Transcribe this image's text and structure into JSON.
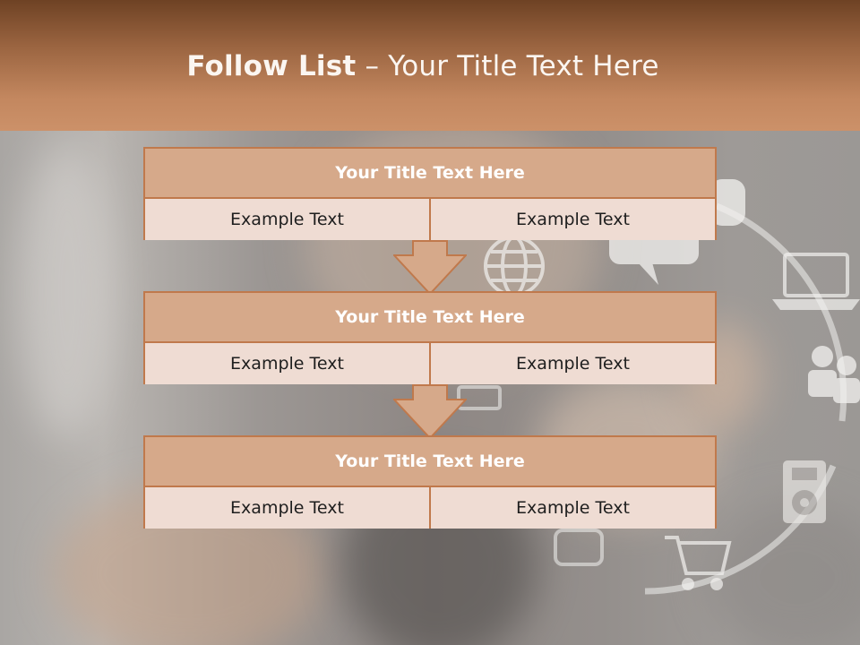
{
  "slide": {
    "title_bold": "Follow List",
    "title_rest": " – Your Title Text Here"
  },
  "blocks": [
    {
      "title": "Your Title Text Here",
      "left": "Example Text",
      "right": "Example Text"
    },
    {
      "title": "Your Title Text Here",
      "left": "Example Text",
      "right": "Example Text"
    },
    {
      "title": "Your Title Text Here",
      "left": "Example Text",
      "right": "Example Text"
    }
  ],
  "colors": {
    "header_top": "#6e4224",
    "header_bottom": "#cc9169",
    "box_title": "#d6a98a",
    "box_body": "#efdcd3",
    "border": "#c0794c"
  },
  "background_icons": [
    "speech-bubble-icon",
    "globe-icon",
    "laptop-icon",
    "users-icon",
    "media-player-icon",
    "shopping-cart-icon",
    "tablet-icon"
  ]
}
